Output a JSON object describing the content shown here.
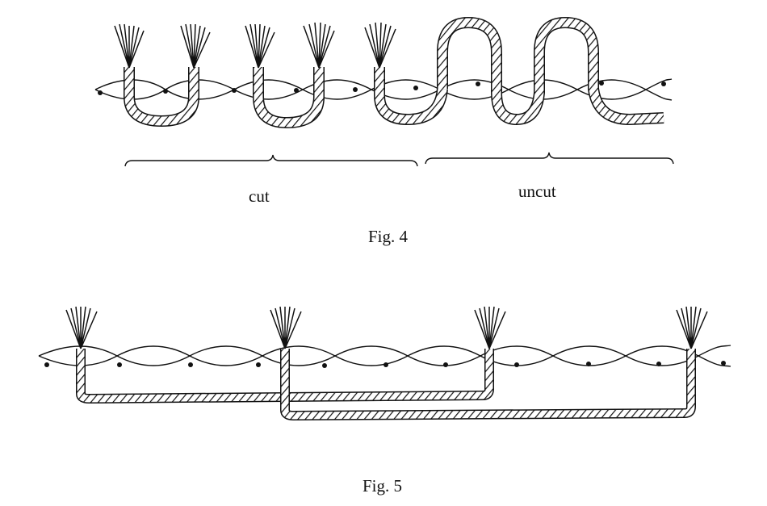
{
  "figures": [
    {
      "caption": "Fig. 4",
      "section_labels": {
        "cut": "cut",
        "uncut": "uncut"
      }
    },
    {
      "caption": "Fig. 5"
    }
  ],
  "colors": {
    "ink": "#111111",
    "paper": "#ffffff"
  }
}
